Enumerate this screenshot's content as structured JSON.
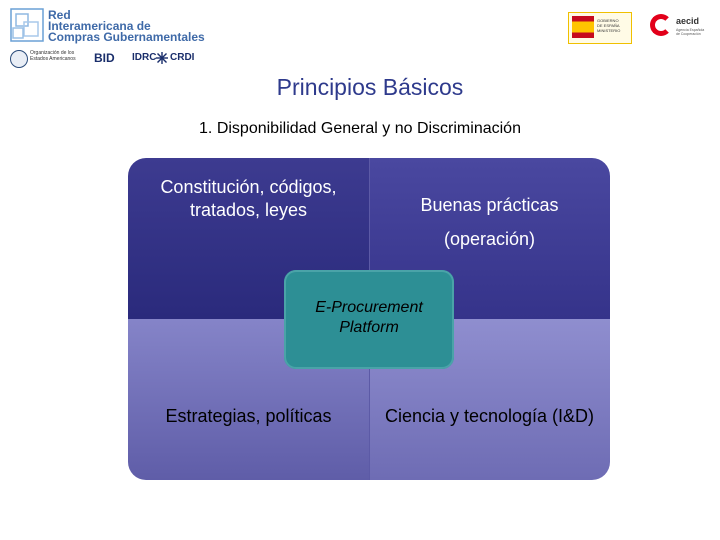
{
  "header": {
    "network_logo_lines": [
      "Red",
      "Interamericana de",
      "Compras Gubernamentales"
    ],
    "partners": {
      "oas_text": [
        "Organización de los",
        "Estados Americanos"
      ],
      "bid": "BID",
      "idrc": "IDRC",
      "crdi": "CRDI"
    },
    "gov_logo_text": [
      "GOBIERNO",
      "DE ESPAÑA",
      "MINISTERIO"
    ],
    "aecid": {
      "name": "aecid",
      "sub": [
        "Agencia Española",
        "de Cooperación"
      ]
    }
  },
  "slide": {
    "title": "Principios Básicos",
    "subtitle": "1. Disponibilidad General y no Discriminación"
  },
  "matrix": {
    "top_left": "Constitución, códigos, tratados, leyes",
    "top_right": "Buenas prácticas (operación)",
    "bottom_left": "Estrategias, políticas",
    "bottom_right": "Ciencia y tecnología (I&D)",
    "center": "E-Procurement Platform"
  },
  "colors": {
    "title": "#2e3a8c",
    "dark_quadrant": "#2a2a7c",
    "light_quadrant": "#8584c8",
    "center_box": "#2d8f95"
  }
}
